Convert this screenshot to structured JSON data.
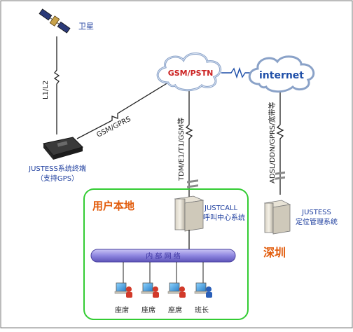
{
  "nodes": {
    "satellite": "卫星",
    "gsm_pstn": "GSM/PSTN",
    "internet": "internet",
    "terminal_line1": "JUSTESS系统终端",
    "terminal_line2": "（支持GPS）",
    "callcenter_line1": "JUSTCALL",
    "callcenter_line2": "呼叫中心系统",
    "locator_line1": "JUSTESS",
    "locator_line2": "定位管理系统",
    "shenzhen": "深圳",
    "lan": "内 部 网 络"
  },
  "links": {
    "sat_terminal": "L1/L2",
    "terminal_gsm": "GSM/GPRS",
    "gsm_callcenter": "TDM/E1/T1/GSM等",
    "internet_locator": "ADSL/DDN/GPRS/宽带等"
  },
  "region": {
    "title": "用户本地"
  },
  "workstations": [
    "座席",
    "座席",
    "座席",
    "班长"
  ],
  "colors": {
    "label_blue": "#1f3f9f",
    "region_green": "#33cc33",
    "region_title": "#e25c0c",
    "gsm_text": "#cc2222",
    "internet_text": "#1f4fa8",
    "lan_fill": "#8e86e0"
  }
}
